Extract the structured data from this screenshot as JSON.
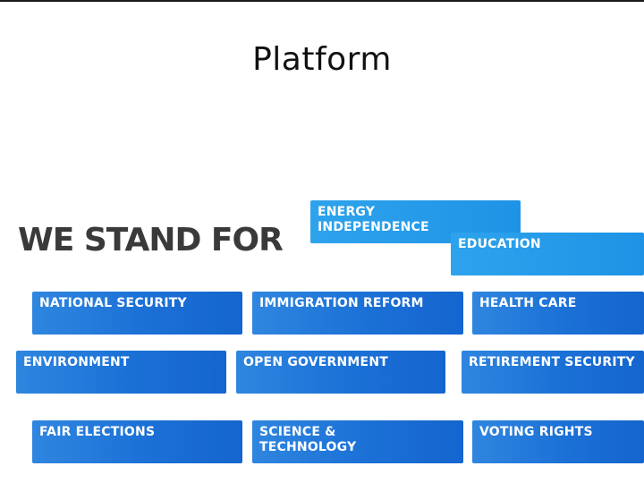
{
  "slide": {
    "title": "Platform",
    "headline": "WE STAND FOR"
  },
  "tiles": {
    "energy": [
      "ENERGY",
      "INDEPENDENCE"
    ],
    "education": [
      "EDUCATION"
    ],
    "national_security": [
      "NATIONAL SECURITY"
    ],
    "immigration_reform": [
      "IMMIGRATION REFORM"
    ],
    "health_care": [
      "HEALTH CARE"
    ],
    "environment": [
      "ENVIRONMENT"
    ],
    "open_government": [
      "OPEN GOVERNMENT"
    ],
    "retirement_security": [
      "RETIREMENT SECURITY"
    ],
    "fair_elections": [
      "FAIR ELECTIONS"
    ],
    "science_technology": [
      "SCIENCE &",
      "TECHNOLOGY"
    ],
    "voting_rights": [
      "VOTING RIGHTS"
    ]
  },
  "colors": {
    "tile_blue": "#1b70d6",
    "tile_light_blue": "#1e93e6",
    "headline_gray": "#3a3a3a"
  }
}
